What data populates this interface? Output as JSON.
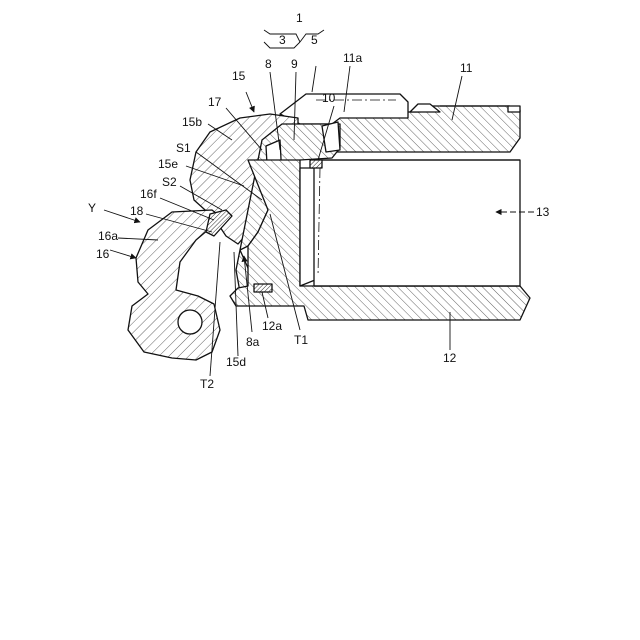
{
  "figure": {
    "labels": {
      "l1": "1",
      "l3": "3",
      "l5": "5",
      "l8": "8",
      "l9": "9",
      "l10": "10",
      "l11": "11",
      "l11a": "11a",
      "l12": "12",
      "l12a": "12a",
      "l13": "13",
      "l15": "15",
      "l15b": "15b",
      "l15d": "15d",
      "l15e": "15e",
      "l16": "16",
      "l16a": "16a",
      "l16f": "16f",
      "l17": "17",
      "l18": "18",
      "l8a": "8a",
      "lS1": "S1",
      "lS2": "S2",
      "lT1": "T1",
      "lT2": "T2",
      "lY": "Y"
    }
  }
}
